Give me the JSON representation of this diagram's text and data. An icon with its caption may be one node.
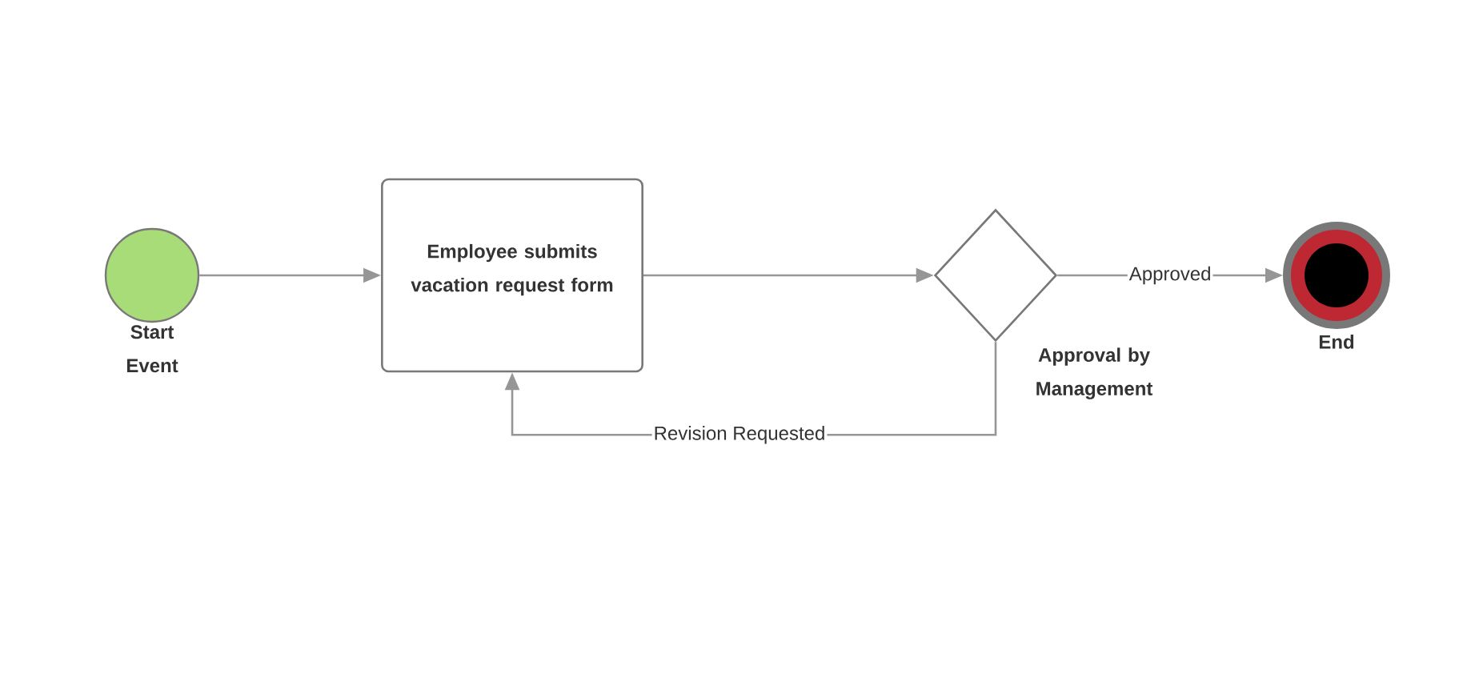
{
  "diagram": {
    "nodes": [
      {
        "text": [
          "Start Event"
        ]
      },
      {
        "text": [
          "Employee submits vacation request form"
        ]
      },
      {
        "text": [
          "Approval by Management"
        ]
      },
      {
        "text": [
          "End"
        ]
      }
    ],
    "edges": [
      {
        "from": 0,
        "to": 1,
        "arrow": "to"
      },
      {
        "from": 1,
        "to": 2,
        "arrow": "to"
      },
      {
        "from": 2,
        "to": 3,
        "arrow": "to",
        "label": "Approved"
      },
      {
        "from": 2,
        "to": 1,
        "arrow": "to",
        "label": "Revision Requested"
      }
    ]
  }
}
